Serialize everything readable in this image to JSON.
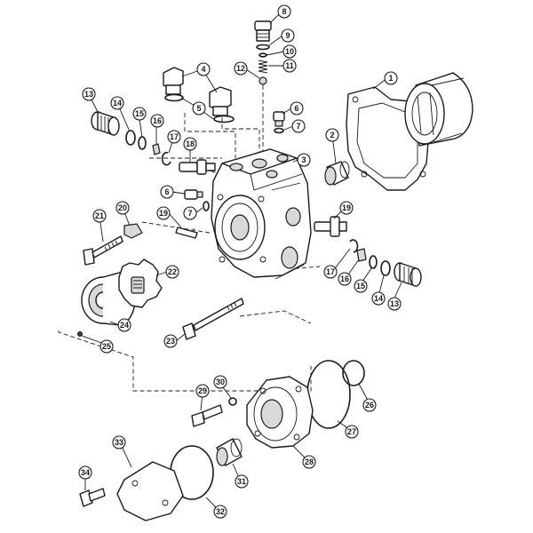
{
  "callouts": [
    {
      "id": "c8",
      "label": "8"
    },
    {
      "id": "c9",
      "label": "9"
    },
    {
      "id": "c10",
      "label": "10"
    },
    {
      "id": "c11",
      "label": "11"
    },
    {
      "id": "c12",
      "label": "12"
    },
    {
      "id": "c4",
      "label": "4"
    },
    {
      "id": "c5",
      "label": "5"
    },
    {
      "id": "c1",
      "label": "1"
    },
    {
      "id": "c13a",
      "label": "13"
    },
    {
      "id": "c14a",
      "label": "14"
    },
    {
      "id": "c15a",
      "label": "15"
    },
    {
      "id": "c16a",
      "label": "16"
    },
    {
      "id": "c17a",
      "label": "17"
    },
    {
      "id": "c18a",
      "label": "18"
    },
    {
      "id": "c6a",
      "label": "6"
    },
    {
      "id": "c7a",
      "label": "7"
    },
    {
      "id": "c2",
      "label": "2"
    },
    {
      "id": "c3",
      "label": "3"
    },
    {
      "id": "c6b",
      "label": "6"
    },
    {
      "id": "c7b",
      "label": "7"
    },
    {
      "id": "c21",
      "label": "21"
    },
    {
      "id": "c20",
      "label": "20"
    },
    {
      "id": "c19a",
      "label": "19"
    },
    {
      "id": "c19b",
      "label": "19"
    },
    {
      "id": "c22",
      "label": "22"
    },
    {
      "id": "c17b",
      "label": "17"
    },
    {
      "id": "c16b",
      "label": "16"
    },
    {
      "id": "c15b",
      "label": "15"
    },
    {
      "id": "c14b",
      "label": "14"
    },
    {
      "id": "c13b",
      "label": "13"
    },
    {
      "id": "c24",
      "label": "24"
    },
    {
      "id": "c23",
      "label": "23"
    },
    {
      "id": "c25",
      "label": "25"
    },
    {
      "id": "c29",
      "label": "29"
    },
    {
      "id": "c30",
      "label": "30"
    },
    {
      "id": "c26",
      "label": "26"
    },
    {
      "id": "c27",
      "label": "27"
    },
    {
      "id": "c28",
      "label": "28"
    },
    {
      "id": "c33",
      "label": "33"
    },
    {
      "id": "c31",
      "label": "31"
    },
    {
      "id": "c34",
      "label": "34"
    },
    {
      "id": "c32",
      "label": "32"
    }
  ]
}
